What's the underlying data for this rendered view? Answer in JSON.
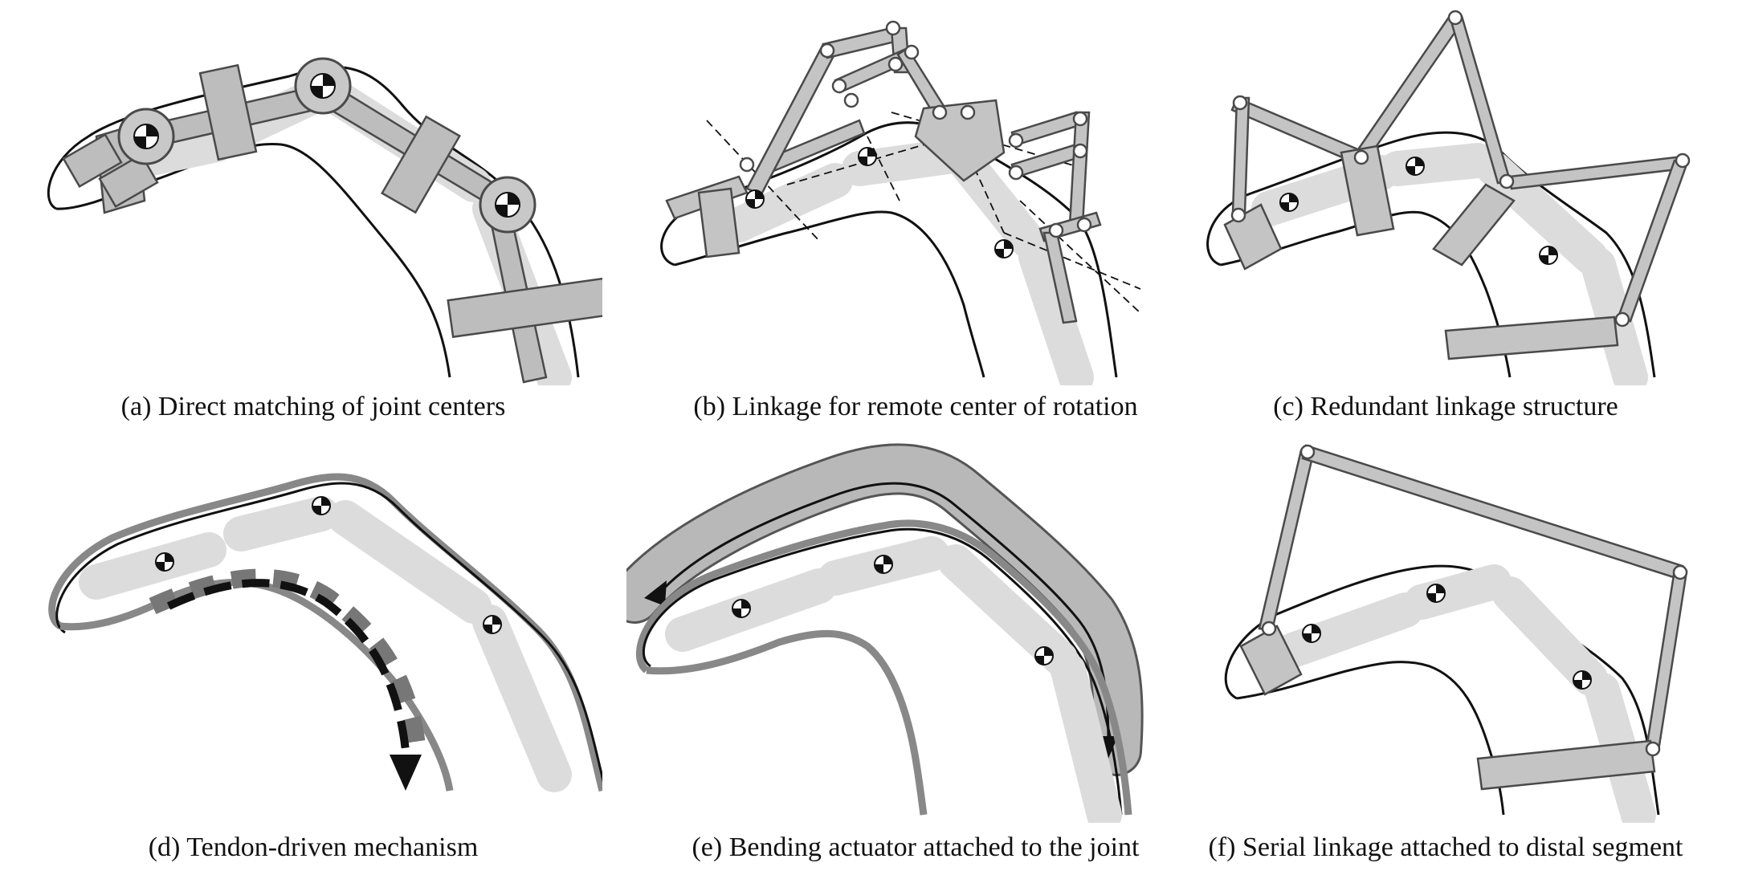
{
  "captions": {
    "a": "(a) Direct matching of joint centers",
    "b": "(b) Linkage for remote center of rotation",
    "c": "(c) Redundant linkage structure",
    "d": "(d) Tendon-driven mechanism",
    "e": "(e) Bending actuator attached to the joint",
    "f": "(f) Serial linkage attached to distal segment"
  },
  "colors": {
    "outline": "#111111",
    "bone": "#dcdcdc",
    "link": "#bdbdbd",
    "link_stroke": "#4a4a4a",
    "tendon_sheath": "#777777",
    "tendon": "#111111",
    "actuator": "#b8b8b8"
  },
  "icons": [
    "joint-center-marker",
    "pin-joint",
    "tendon-arrow",
    "actuator-arrow"
  ]
}
